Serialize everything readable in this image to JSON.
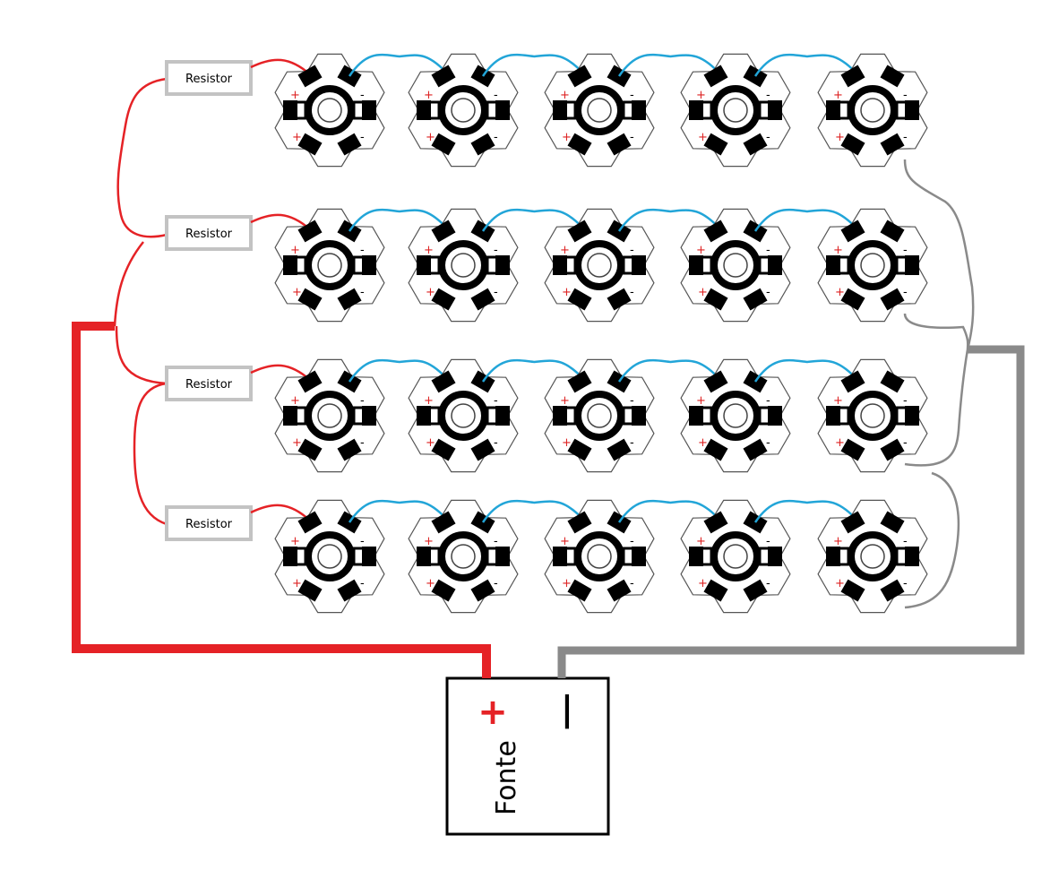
{
  "diagram": {
    "resistor_label": "Resistor",
    "resistor_count": 4,
    "led_rows": 4,
    "leds_per_row": 5,
    "supply": {
      "label": "Fonte",
      "positive_symbol": "+",
      "negative_symbol": "|"
    },
    "pad_positive": "+",
    "pad_negative": "-",
    "colors": {
      "positive_wire": "#e52226",
      "negative_wire": "#8a8a8a",
      "led_link": "#22a5d8",
      "resistor_border": "#c3c3c3",
      "led_board": "#ffffff",
      "led_pad": "#000000"
    }
  }
}
